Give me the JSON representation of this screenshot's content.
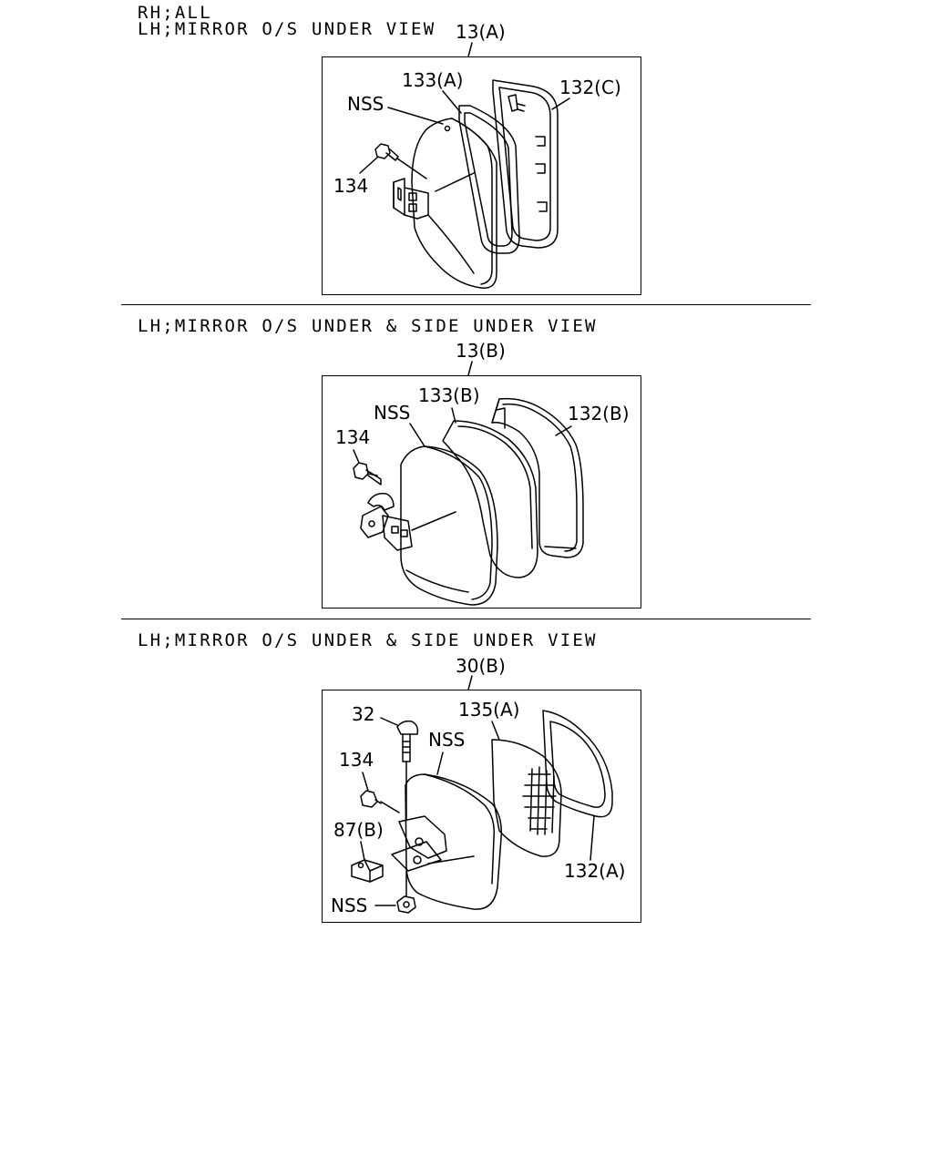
{
  "header": {
    "line1": "RH;ALL",
    "line2": "LH;MIRROR O/S UNDER VIEW"
  },
  "sections": [
    {
      "heading": "",
      "assembly": "13(A)",
      "labels": {
        "nss": "NSS",
        "glass": "133(A)",
        "frame": "132(C)",
        "screw": "134"
      }
    },
    {
      "heading": "LH;MIRROR O/S UNDER & SIDE UNDER VIEW",
      "assembly": "13(B)",
      "labels": {
        "nss": "NSS",
        "glass": "133(B)",
        "frame": "132(B)",
        "screw": "134"
      }
    },
    {
      "heading": "LH;MIRROR O/S UNDER & SIDE UNDER VIEW",
      "assembly": "30(B)",
      "labels": {
        "bolt": "32",
        "glass": "135(A)",
        "nss_top": "NSS",
        "screw": "134",
        "bracket": "87(B)",
        "frame": "132(A)",
        "nss_nut": "NSS"
      }
    }
  ]
}
